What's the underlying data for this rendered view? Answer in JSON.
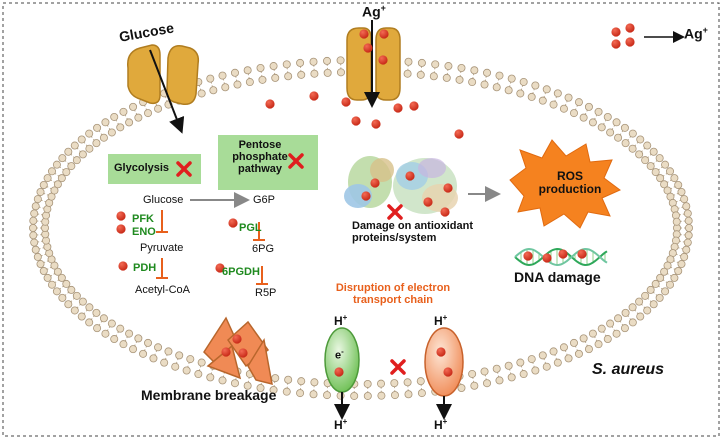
{
  "labels": {
    "ag_top": "Ag",
    "ag_sup": "+",
    "legend_ag": "Ag",
    "legend_sup": "+",
    "glucose_channel": "Glucose",
    "glycolysis": "Glycolysis",
    "pentose": "Pentose phosphate pathway",
    "glucose": "Glucose",
    "g6p": "G6P",
    "pfk": "PFK",
    "eno": "ENO",
    "pgl": "PGL",
    "pyruvate": "Pyruvate",
    "sixpg": "6PG",
    "pdh": "PDH",
    "sixpgdh": "6PGDH",
    "acetylcoa": "Acetyl-CoA",
    "r5p": "R5P",
    "damage": "Damage on antioxidant proteins/system",
    "ros": "ROS production",
    "dna": "DNA damage",
    "etc": "Disruption of electron transport chain",
    "membrane": "Membrane breakage",
    "species": "S. aureus",
    "h": "H",
    "hplus": "+",
    "electron": "e",
    "eminus": "-"
  },
  "colors": {
    "ag_particle": "#d93a26",
    "x_mark": "#e01e1e",
    "box": "#a8dc98",
    "ros_burst": "#f5821f",
    "channel": "#e0a93c",
    "green_carrier": "#6cbf52",
    "orange_carrier": "#f08a55",
    "etc_text": "#e8601c",
    "enzyme_text": "#1f8a1f"
  }
}
